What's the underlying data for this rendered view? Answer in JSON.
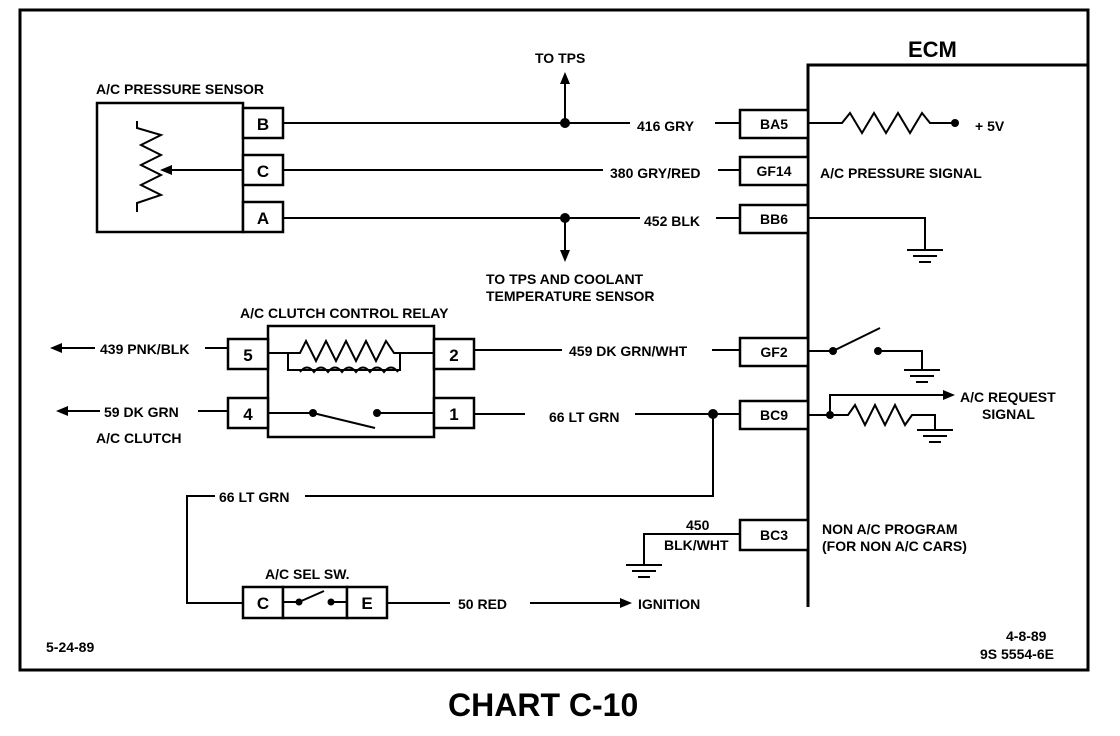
{
  "title": "CHART C-10",
  "ecm": "ECM",
  "date_left": "5-24-89",
  "date_right": "4-8-89",
  "doc_number": "9S 5554-6E",
  "pressure_sensor": {
    "label": "A/C PRESSURE SENSOR",
    "pins": [
      "B",
      "C",
      "A"
    ]
  },
  "tps": {
    "to_tps": "TO TPS",
    "to_tps_coolant_1": "TO TPS AND COOLANT",
    "to_tps_coolant_2": "TEMPERATURE SENSOR"
  },
  "wires": {
    "w416": "416 GRY",
    "w380": "380 GRY/RED",
    "w452": "452 BLK",
    "w459": "459 DK GRN/WHT",
    "w66": "66 LT GRN",
    "w66b": "66 LT GRN",
    "w439": "439 PNK/BLK",
    "w59": "59 DK GRN",
    "w450a": "450",
    "w450b": "BLK/WHT",
    "w50": "50 RED"
  },
  "ecm_pins": {
    "ba5": "BA5",
    "gf14": "GF14",
    "bb6": "BB6",
    "gf2": "GF2",
    "bc9": "BC9",
    "bc3": "BC3"
  },
  "ecm_labels": {
    "plus5v": "+ 5V",
    "pressure_signal": "A/C PRESSURE SIGNAL",
    "request_1": "A/C REQUEST",
    "request_2": "SIGNAL",
    "non_ac_1": "NON A/C PROGRAM",
    "non_ac_2": "(FOR NON A/C CARS)"
  },
  "relay": {
    "label": "A/C CLUTCH CONTROL RELAY",
    "pins": [
      "5",
      "2",
      "4",
      "1"
    ]
  },
  "clutch_label": "A/C CLUTCH",
  "selector": {
    "label": "A/C SEL SW.",
    "pins": [
      "C",
      "E"
    ]
  },
  "ignition": "IGNITION"
}
